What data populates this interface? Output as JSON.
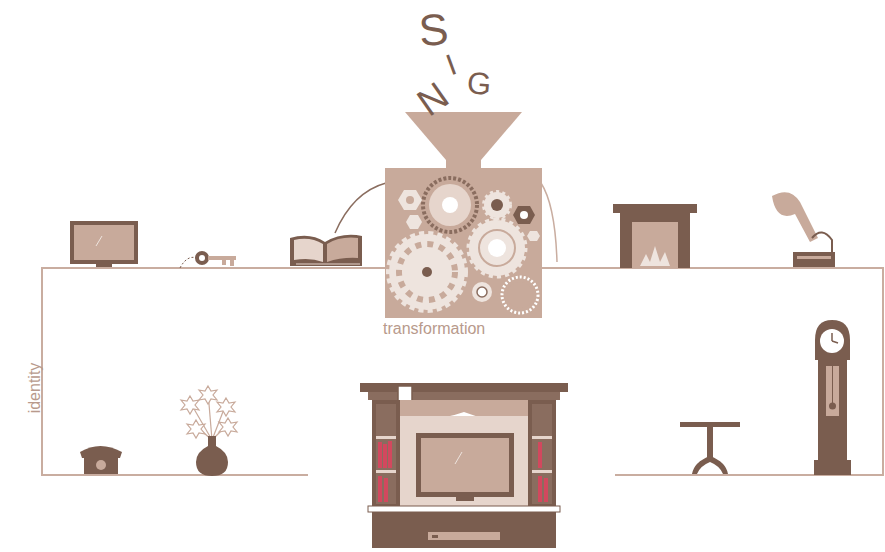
{
  "diagram": {
    "nodes": [
      {
        "text": [
          "transformation"
        ]
      }
    ],
    "labels": [
      "S",
      "I",
      "G",
      "N",
      "identity"
    ]
  }
}
